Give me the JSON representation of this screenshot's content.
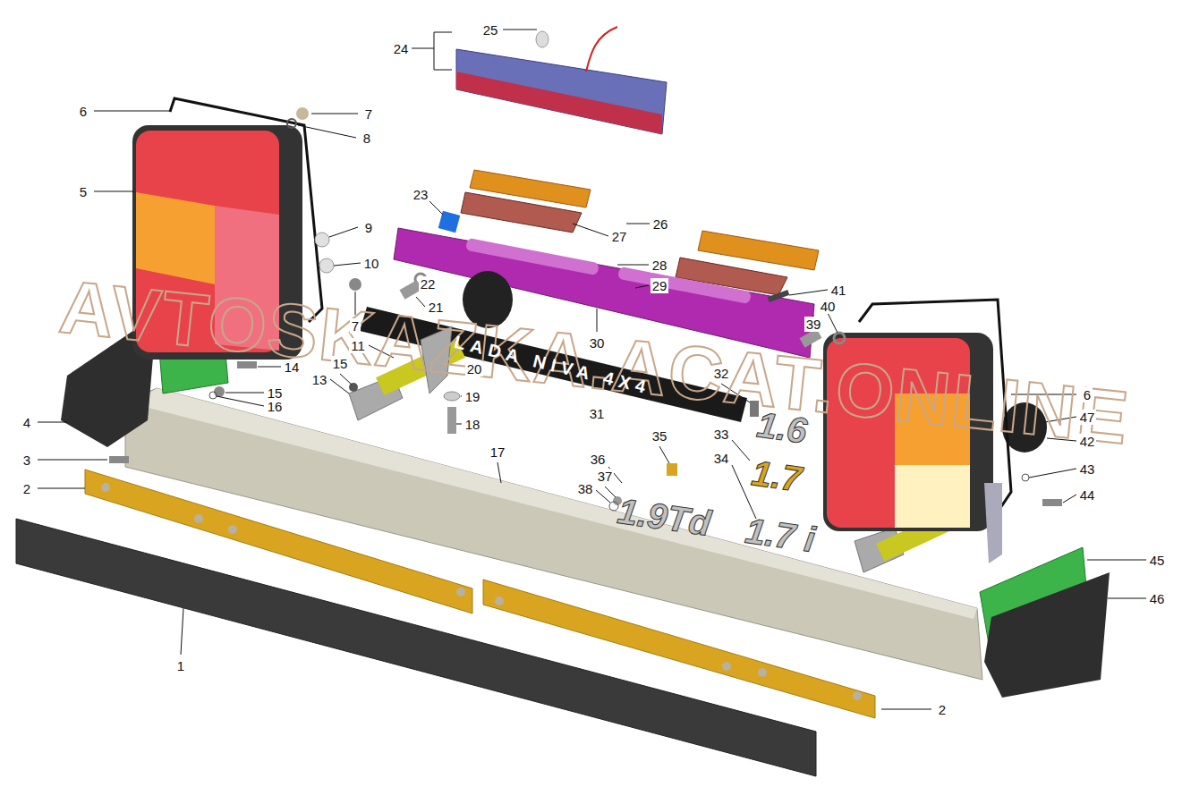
{
  "diagram": {
    "labels": [
      "AVTOSKAZKA.ACAT.ONLINE",
      "LADA NIVA 4X4",
      "1.6",
      "1.7",
      "1.9Td",
      "1.7 i",
      "25",
      "24",
      "6",
      "7",
      "8",
      "5",
      "23",
      "27",
      "9",
      "26",
      "10",
      "28",
      "29",
      "41",
      "22",
      "21",
      "7",
      "39",
      "40",
      "30",
      "11",
      "14",
      "20",
      "15",
      "13",
      "15",
      "16",
      "32",
      "19",
      "6",
      "31",
      "47",
      "42",
      "4",
      "18",
      "33",
      "35",
      "17",
      "34",
      "36",
      "3",
      "43",
      "37",
      "2",
      "38",
      "44",
      "45",
      "46",
      "1",
      "2"
    ]
  }
}
